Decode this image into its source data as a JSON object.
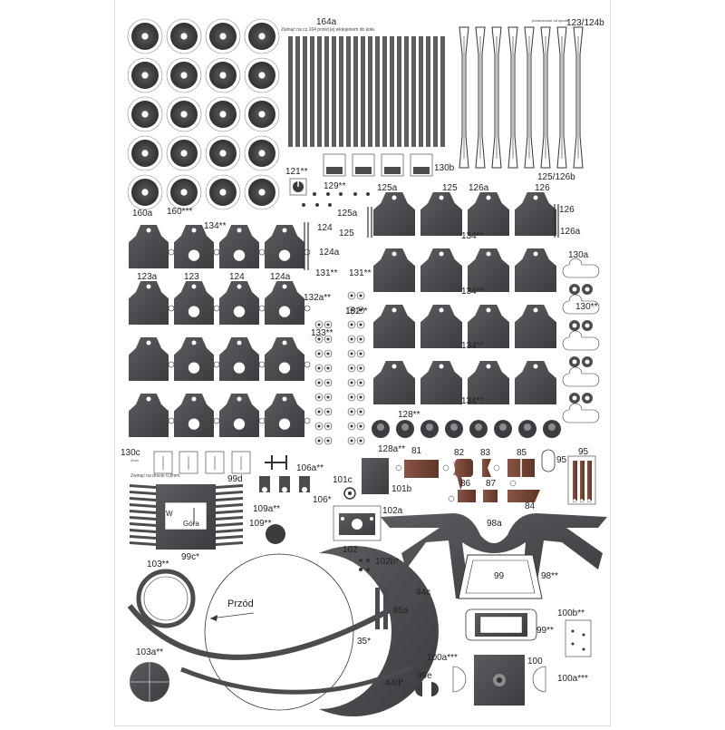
{
  "labels": {
    "l164a": "164a",
    "note_164": "Zwinąć na cz.164 przed jej wklejeniem do koła",
    "l123_124b": "123/124b",
    "note_123": "pobarwować od spodu",
    "l130b": "130b",
    "l125_126b": "125/126b",
    "l121": "121**",
    "l160a": "160a",
    "l160": "160***",
    "l129": "129**",
    "l125a_top": "125a",
    "l125_top": "125",
    "l126a_top": "126a",
    "l126_top": "126",
    "l125a_side": "125a",
    "l125_side": "125",
    "l126_side": "126",
    "l126a_side": "126a",
    "l134_1": "134**",
    "l134_2": "134**",
    "l134_3": "134**",
    "l134_4": "134**",
    "l134_5": "134**",
    "l124": "124",
    "l124a": "124a",
    "l123a_b": "123a",
    "l123_b": "123",
    "l124_b": "124",
    "l124a_b": "124a",
    "l131a": "131**",
    "l131b": "131**",
    "l132a": "132a**",
    "l132": "132**",
    "l133": "133**",
    "l130a": "130a",
    "l130": "130**",
    "l128": "128**",
    "l128a": "128a**",
    "l81": "81",
    "l82": "82",
    "l83": "83",
    "l85": "85",
    "l95a": "95",
    "l95b": "95",
    "l86": "86",
    "l87": "87",
    "l84": "84",
    "l130c": "130c",
    "note_130c": "Zwinąć na drucie 0,8mm",
    "l99d": "99d",
    "l106a": "106a**",
    "l101c": "101c",
    "l101b": "101b",
    "l106": "106*",
    "l109a": "109a**",
    "l109": "109**",
    "l102a": "102a",
    "l98a": "98a",
    "l102": "102",
    "l102b": "102b*",
    "l99c": "99c*",
    "l103": "103**",
    "l99": "99",
    "l98": "98**",
    "l44c": "44c",
    "przod": "Przód",
    "l85a": "85a",
    "l35": "35*",
    "l100b": "100b**",
    "l99s": "99**",
    "l103a": "103a**",
    "l100a_1": "100a***",
    "l100": "100",
    "l44d": "44d*",
    "l99e": "99e",
    "l100a_2": "100a***",
    "w_label": "W",
    "gora": "Góra",
    "mm_note": "2mm"
  },
  "colors": {
    "part": "#4a4c50",
    "part_light": "#6d6f73",
    "rust": "#7a4a3a",
    "line": "#333333"
  }
}
